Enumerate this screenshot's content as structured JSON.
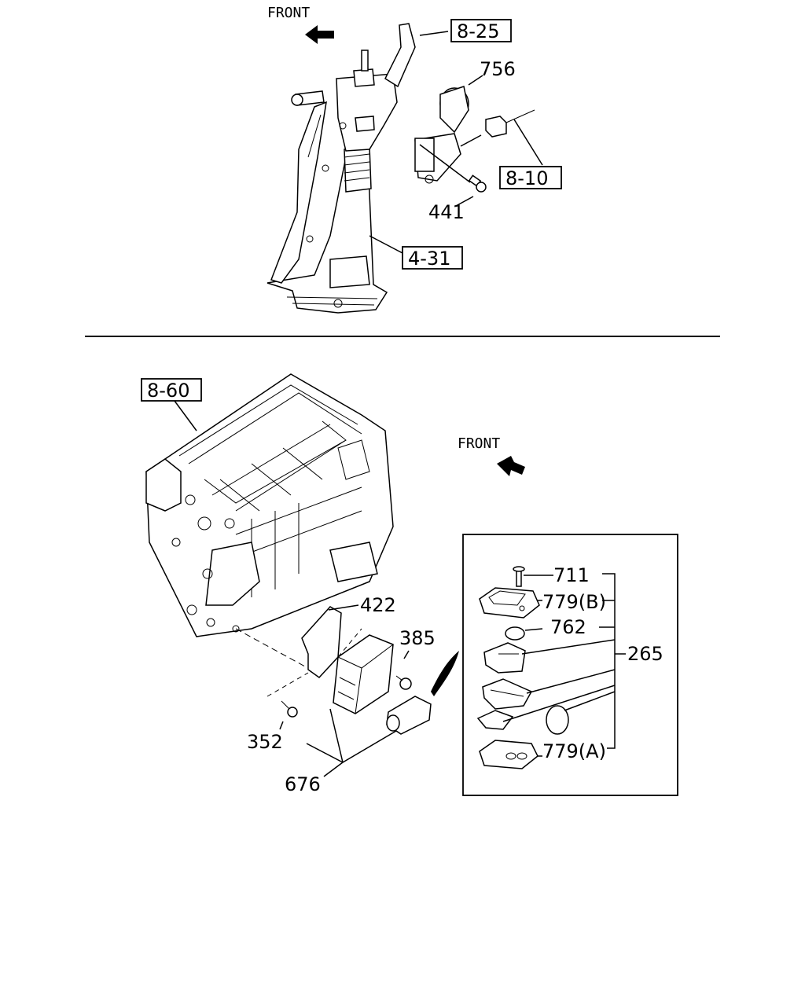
{
  "top": {
    "front_label": "FRONT",
    "refs": {
      "r825": "8-25",
      "r810": "8-10",
      "r431": "4-31"
    },
    "parts": {
      "p756": "756",
      "p441": "441"
    }
  },
  "bottom": {
    "front_label": "FRONT",
    "refs": {
      "r860": "8-60"
    },
    "parts": {
      "p422": "422",
      "p385": "385",
      "p352": "352",
      "p676": "676",
      "p711": "711",
      "p779b": "779(B)",
      "p762": "762",
      "p265": "265",
      "p779a": "779(A)"
    }
  }
}
